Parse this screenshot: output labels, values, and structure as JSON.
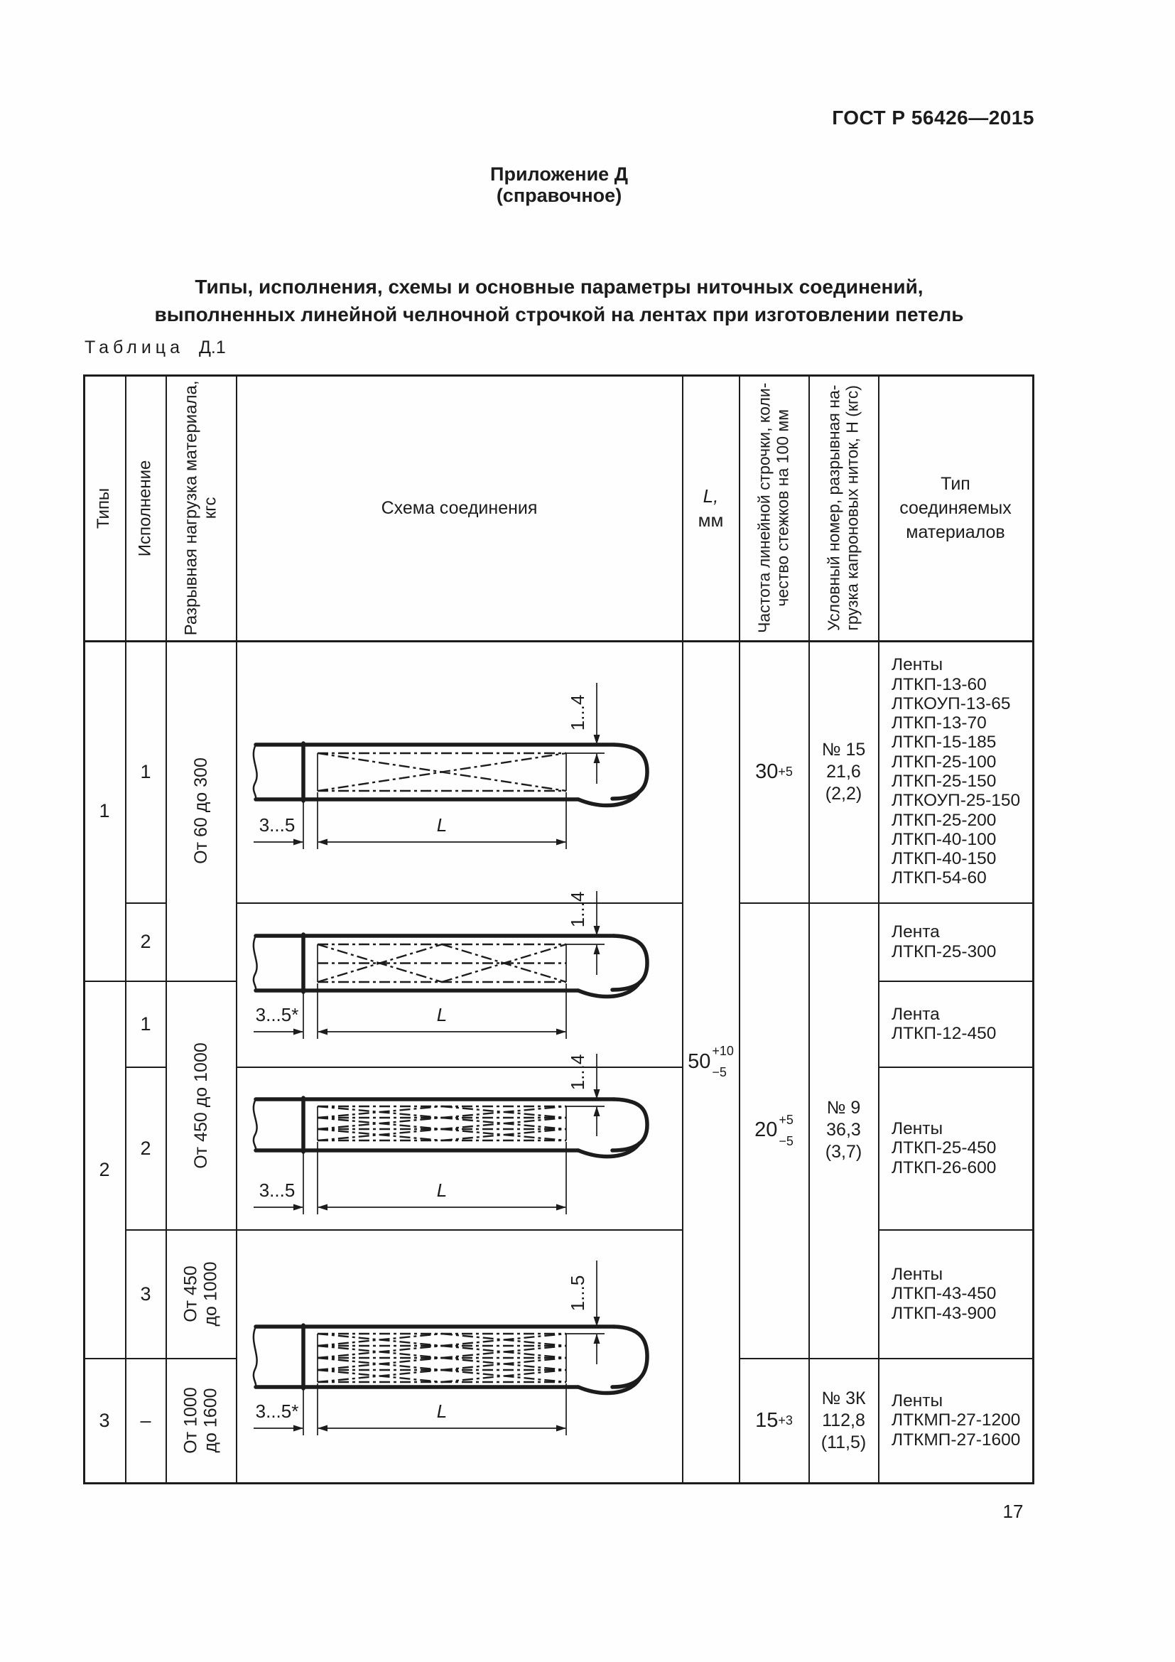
{
  "page": {
    "doc_number": "ГОСТ Р 56426—2015",
    "appendix": "Приложение Д",
    "appendix_note": "(справочное)",
    "title_line1": "Типы, исполнения, схемы и основные параметры ниточных соединений,",
    "title_line2": "выполненных линейной челночной строчкой на лентах при изготовлении петель",
    "table_word": "Таблица",
    "table_number": "Д.1",
    "page_number": "17"
  },
  "table": {
    "header": {
      "types": "Типы",
      "execution": "Исполнение",
      "load": [
        "Разрывная нагрузка материала,",
        "кгс"
      ],
      "scheme": "Схема соединения",
      "l": "L,",
      "l_unit": "мм",
      "freq": [
        "Частота линейной строчки, коли-",
        "чество стежков на 100 мм"
      ],
      "thread": [
        "Условный номер, разрывная на-",
        "грузка капроновых ниток, Н (кгс)"
      ],
      "materials": [
        "Тип",
        "соединяемых",
        "материалов"
      ]
    },
    "types": [
      "1",
      "2",
      "3"
    ],
    "executions": [
      "1",
      "2",
      "1",
      "2",
      "3",
      "–"
    ],
    "loads": {
      "r12": "От 60 до 300",
      "r34": "От 450 до 1000",
      "r5": [
        "От 450",
        "до 1000"
      ],
      "r6": [
        "От 1000",
        "до 1600"
      ]
    },
    "l_value": {
      "base": "50",
      "sup": "+10",
      "sub": "−5"
    },
    "freq": [
      {
        "base": "30",
        "sup": "+5"
      },
      {
        "base": "20",
        "sup": "+5",
        "sub": "−5"
      },
      {
        "base": "15",
        "sup": "+3"
      }
    ],
    "thread": [
      [
        "№ 15",
        "21,6",
        "(2,2)"
      ],
      [
        "№ 9",
        "36,3",
        "(3,7)"
      ],
      [
        "№ 3К",
        "112,8",
        "(11,5)"
      ]
    ],
    "materials": [
      [
        "Ленты",
        "ЛТКП-13-60",
        "ЛТКОУП-13-65",
        "ЛТКП-13-70",
        "ЛТКП-15-185",
        "ЛТКП-25-100",
        "ЛТКП-25-150",
        "ЛТКОУП-25-150",
        "ЛТКП-25-200",
        "ЛТКП-40-100",
        "ЛТКП-40-150",
        "ЛТКП-54-60"
      ],
      [
        "Лента",
        "ЛТКП-25-300"
      ],
      [
        "Лента",
        "ЛТКП-12-450"
      ],
      [
        "Ленты",
        "ЛТКП-25-450",
        "ЛТКП-26-600"
      ],
      [
        "Ленты",
        "ЛТКП-43-450",
        "ЛТКП-43-900"
      ],
      [
        "Ленты",
        "ЛТКМП-27-1200",
        "ЛТКМП-27-1600"
      ]
    ],
    "schemes": [
      {
        "offset": "3...5",
        "length": "L",
        "gap": "1...4"
      },
      {
        "offset": "3...5*",
        "length": "L",
        "gap": "1...4"
      },
      {
        "offset": "3...5",
        "length": "L",
        "gap": "1...4"
      },
      {
        "offset": "3...5*",
        "length": "L",
        "gap": "1...5"
      }
    ]
  }
}
